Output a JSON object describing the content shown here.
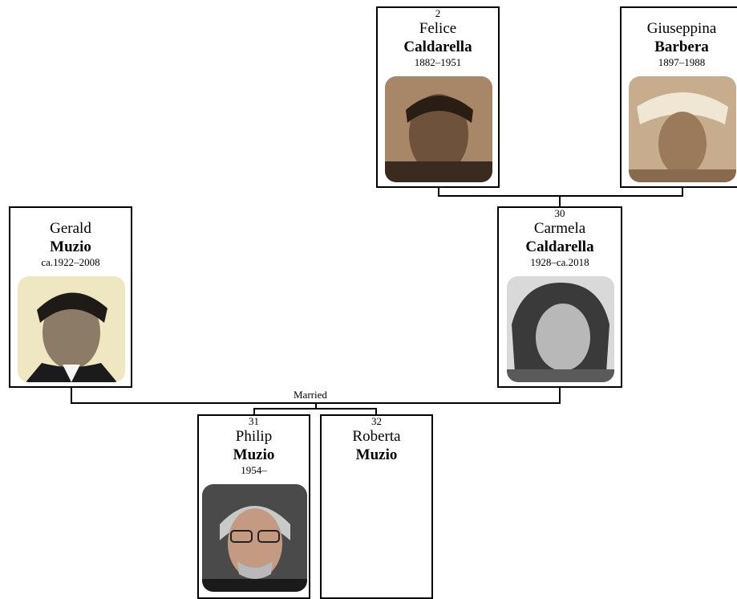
{
  "people": {
    "felice": {
      "num": "2",
      "first": "Felice",
      "last": "Caldarella",
      "dates": "1882–1951",
      "photo": "portrait-photo"
    },
    "giuseppina": {
      "num": "",
      "first": "Giuseppina",
      "last": "Barbera",
      "dates": "1897–1988",
      "photo": "portrait-photo"
    },
    "gerald": {
      "num": "",
      "first": "Gerald",
      "last": "Muzio",
      "dates": "ca.1922–2008",
      "photo": "portrait-photo"
    },
    "carmela": {
      "num": "30",
      "first": "Carmela",
      "last": "Caldarella",
      "dates": "1928–ca.2018",
      "photo": "portrait-photo"
    },
    "philip": {
      "num": "31",
      "first": "Philip",
      "last": "Muzio",
      "dates": "1954–",
      "photo": "portrait-photo"
    },
    "roberta": {
      "num": "32",
      "first": "Roberta",
      "last": "Muzio",
      "dates": ""
    }
  },
  "relationship_label": "Married",
  "colors": {
    "line": "#000000",
    "sepia": "#8a6a4f",
    "bw": "#6e6e6e"
  }
}
